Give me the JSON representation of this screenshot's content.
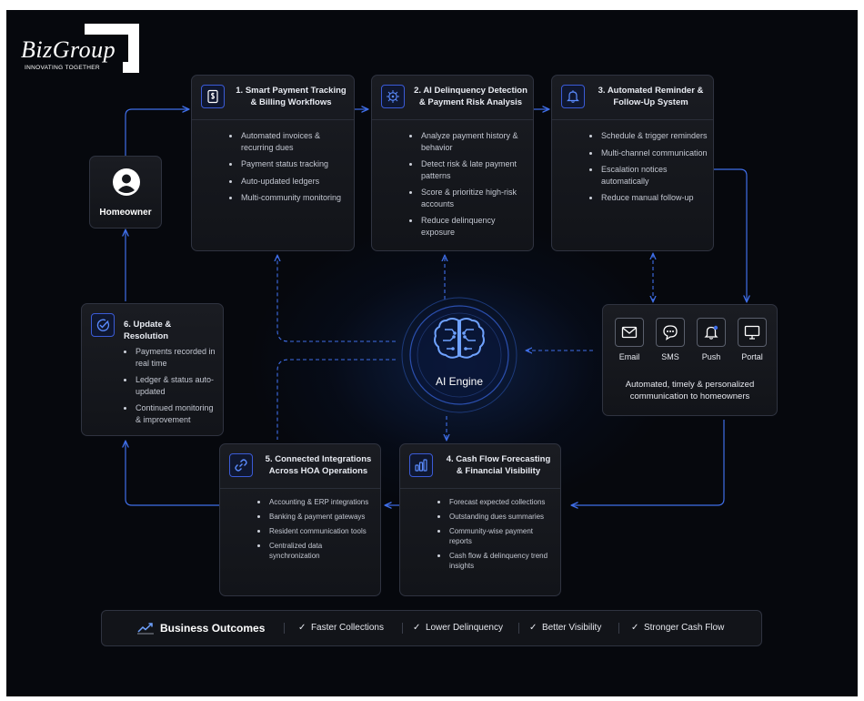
{
  "brand": {
    "name": "BizGroup",
    "tagline": "INNOVATING TOGETHER"
  },
  "homeowner": {
    "label": "Homeowner",
    "icon": "user-avatar-icon"
  },
  "ai_engine": {
    "label": "AI Engine",
    "icon": "brain-icon"
  },
  "steps": [
    {
      "title": "1. Smart Payment Tracking & Billing Workflows",
      "icon": "invoice-dollar-icon",
      "bullets": [
        "Automated invoices & recurring dues",
        "Payment status tracking",
        "Auto-updated ledgers",
        "Multi-community monitoring"
      ]
    },
    {
      "title": "2. AI Delinquency Detection & Payment Risk Analysis",
      "icon": "circuit-chip-icon",
      "bullets": [
        "Analyze payment history & behavior",
        "Detect risk & late payment patterns",
        "Score & prioritize high-risk accounts",
        "Reduce delinquency exposure"
      ]
    },
    {
      "title": "3. Automated Reminder & Follow-Up System",
      "icon": "bell-icon",
      "bullets": [
        "Schedule & trigger reminders",
        "Multi-channel communication",
        "Escalation notices automatically",
        "Reduce manual follow-up"
      ]
    },
    {
      "title": "4. Cash Flow Forecasting & Financial Visibility",
      "icon": "bar-chart-icon",
      "bullets": [
        "Forecast expected collections",
        "Outstanding dues summaries",
        "Community-wise payment reports",
        "Cash flow & delinquency trend insights"
      ]
    },
    {
      "title": "5. Connected Integrations Across HOA Operations",
      "icon": "link-icon",
      "bullets": [
        "Accounting & ERP integrations",
        "Banking & payment gateways",
        "Resident communication tools",
        "Centralized data synchronization"
      ]
    },
    {
      "title": "6. Update & Resolution",
      "icon": "check-circle-icon",
      "bullets": [
        "Payments recorded in real time",
        "Ledger & status auto-updated",
        "Continued monitoring & improvement"
      ]
    }
  ],
  "channels": {
    "items": [
      {
        "label": "Email",
        "icon": "envelope-icon"
      },
      {
        "label": "SMS",
        "icon": "chat-bubble-icon"
      },
      {
        "label": "Push",
        "icon": "push-bell-icon"
      },
      {
        "label": "Portal",
        "icon": "monitor-icon"
      }
    ],
    "caption": "Automated, timely & personalized communication to homeowners"
  },
  "outcomes": {
    "title": "Business Outcomes",
    "icon": "trend-up-icon",
    "items": [
      "Faster Collections",
      "Lower Delinquency",
      "Better Visibility",
      "Stronger Cash Flow"
    ]
  },
  "colors": {
    "accent": "#3f6ee8",
    "background": "#06080d",
    "card": "#16181d"
  }
}
